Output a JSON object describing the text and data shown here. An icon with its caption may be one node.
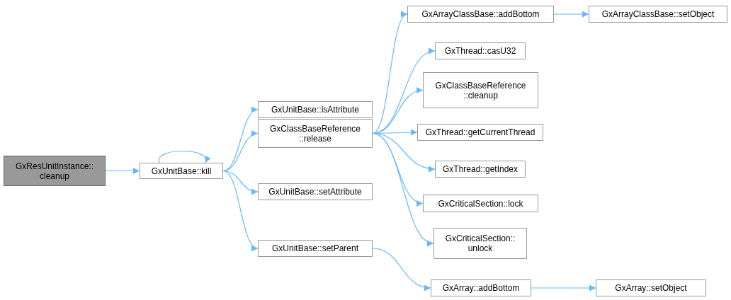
{
  "diagram": {
    "nodes": [
      {
        "text": [
          "GxResUnitInstance:: cleanup"
        ]
      },
      {
        "text": [
          "GxUnitBase::kill"
        ]
      },
      {
        "text": [
          "GxUnitBase::isAttribute"
        ]
      },
      {
        "text": [
          "GxClassBaseReference ::release"
        ]
      },
      {
        "text": [
          "GxUnitBase::setAttribute"
        ]
      },
      {
        "text": [
          "GxUnitBase::setParent"
        ]
      },
      {
        "text": [
          "GxArrayClassBase::addBottom"
        ]
      },
      {
        "text": [
          "GxArrayClassBase::setObject"
        ]
      },
      {
        "text": [
          "GxThread::casU32"
        ]
      },
      {
        "text": [
          "GxClassBaseReference ::cleanup"
        ]
      },
      {
        "text": [
          "GxThread::getCurrentThread"
        ]
      },
      {
        "text": [
          "GxThread::getIndex"
        ]
      },
      {
        "text": [
          "GxCriticalSection::lock"
        ]
      },
      {
        "text": [
          "GxCriticalSection:: unlock"
        ]
      },
      {
        "text": [
          "GxArray::addBottom"
        ]
      },
      {
        "text": [
          "GxArray::setObject"
        ]
      }
    ],
    "edges": [
      {
        "from": 0,
        "to": 1,
        "arrow": "to"
      },
      {
        "from": 1,
        "to": 1,
        "arrow": "to"
      },
      {
        "from": 1,
        "to": 2,
        "arrow": "to"
      },
      {
        "from": 1,
        "to": 3,
        "arrow": "to"
      },
      {
        "from": 1,
        "to": 4,
        "arrow": "to"
      },
      {
        "from": 1,
        "to": 5,
        "arrow": "to"
      },
      {
        "from": 3,
        "to": 6,
        "arrow": "to"
      },
      {
        "from": 6,
        "to": 7,
        "arrow": "to"
      },
      {
        "from": 3,
        "to": 8,
        "arrow": "to"
      },
      {
        "from": 3,
        "to": 9,
        "arrow": "to"
      },
      {
        "from": 3,
        "to": 10,
        "arrow": "to"
      },
      {
        "from": 3,
        "to": 11,
        "arrow": "to"
      },
      {
        "from": 3,
        "to": 12,
        "arrow": "to"
      },
      {
        "from": 3,
        "to": 13,
        "arrow": "to"
      },
      {
        "from": 5,
        "to": 14,
        "arrow": "to"
      },
      {
        "from": 14,
        "to": 15,
        "arrow": "to"
      }
    ]
  }
}
